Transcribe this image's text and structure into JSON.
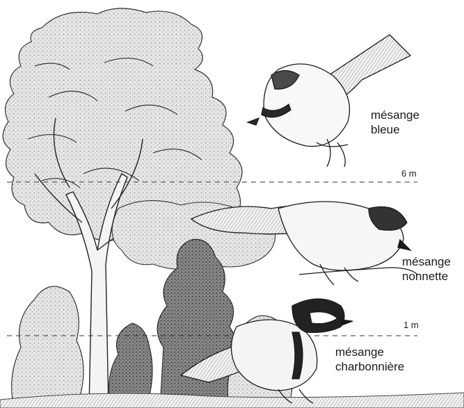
{
  "levels": {
    "high": "6 m",
    "low": "1 m"
  },
  "birds": [
    {
      "line1": "mésange",
      "line2": "bleue"
    },
    {
      "line1": "mésange",
      "line2": "nonnette"
    },
    {
      "line1": "mésange",
      "line2": "charbonnière"
    }
  ],
  "colors": {
    "ink": "#1a1a1a",
    "foliage_light": "#e8e8e8",
    "foliage_mid": "#b8b8b8",
    "foliage_dark": "#555555",
    "background": "#ffffff"
  }
}
